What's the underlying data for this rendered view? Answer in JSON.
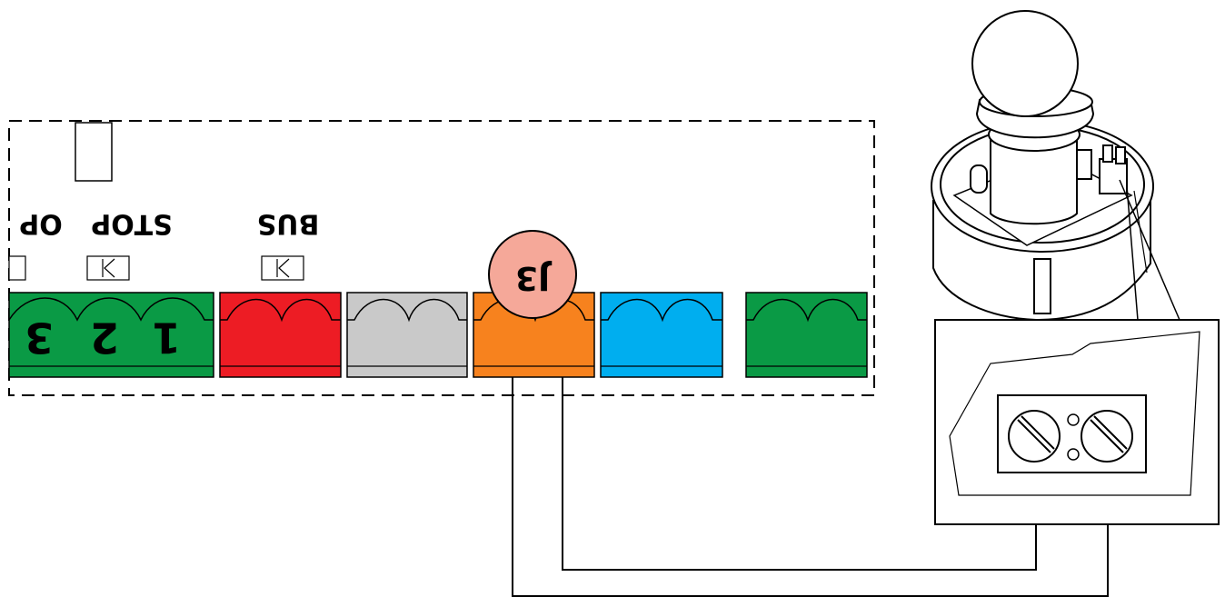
{
  "board": {
    "labels": {
      "op": "OP",
      "stop": "STOP",
      "bus": "BUS"
    },
    "terminal_numbers": [
      "1",
      "2",
      "3"
    ],
    "connector_badge": "J3",
    "terminal_colors": {
      "green": "#0a9a45",
      "red": "#ed1c24",
      "grey": "#c9c9c9",
      "orange": "#f7821e",
      "blue": "#00aeef",
      "badge_fill": "#f5a899"
    }
  },
  "device": {
    "name": "flashing-lamp"
  }
}
